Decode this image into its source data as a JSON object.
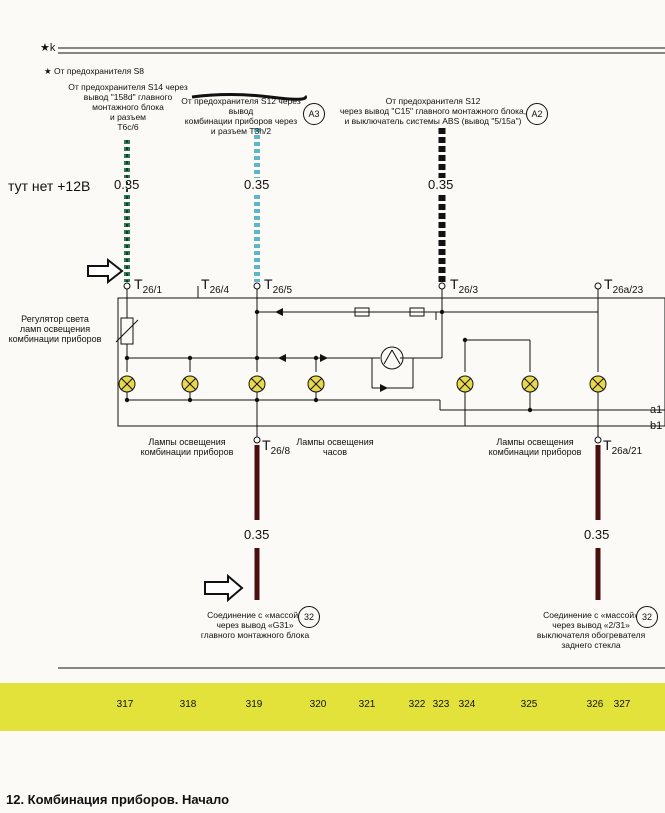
{
  "top_bus": {
    "label": "k",
    "star": "★"
  },
  "fuse_note": {
    "star": "★",
    "text": "От предохранителя S8"
  },
  "sources": [
    {
      "text": "От предохранителя S14 через\nвывод \"158d\" главного\nмонтажного блока\nи разъем\nT6c/6"
    },
    {
      "text": "От предохранителя S12 через вывод\nкомбинации приборов через\nи разъем T3h/2",
      "ref": "A3"
    },
    {
      "text": "От предохранителя S12\nчерез вывод \"C15\" главного монтажного блока,\nи выключатель системы ABS (вывод \"5/15a\")",
      "ref": "A2"
    }
  ],
  "annotation": "тут нет +12В",
  "wire_labels": [
    "0.35",
    "0.35",
    "0.35",
    "0.35",
    "0.35"
  ],
  "terminals": [
    {
      "name": "T",
      "sub": "26/1"
    },
    {
      "name": "T",
      "sub": "26/4"
    },
    {
      "name": "T",
      "sub": "26/5"
    },
    {
      "name": "T",
      "sub": "26/3"
    },
    {
      "name": "T",
      "sub": "26a/23"
    },
    {
      "name": "T",
      "sub": "26/8"
    },
    {
      "name": "T",
      "sub": "26a/21"
    }
  ],
  "regulator_label": "Регулятор света\nламп освещения\nкомбинации приборов",
  "bus_labels": [
    "a1",
    "b1"
  ],
  "group_labels": [
    "Лампы освещения\nкомбинации приборов",
    "Лампы освещения\nчасов",
    "Лампы освещения\nкомбинации приборов"
  ],
  "grounds": [
    {
      "text": "Соединение с «массой»\nчерез вывод «G31»\nглавного монтажного блока",
      "ref": "32"
    },
    {
      "text": "Соединение с «массой»\nчерез вывод «2/31»\nвыключателя обогревателя\nзаднего стекла",
      "ref": "32"
    }
  ],
  "columns": [
    "317",
    "318",
    "319",
    "320",
    "321",
    "322",
    "323",
    "324",
    "325",
    "326",
    "327"
  ],
  "footer": "12. Комбинация приборов. Начало",
  "colors": {
    "band": "#e2e23a",
    "wire_dark": "#4a1010",
    "wire_green": "#2e7a55",
    "wire_cyan": "#5fb6c8",
    "lamp": "#e8d94a"
  }
}
